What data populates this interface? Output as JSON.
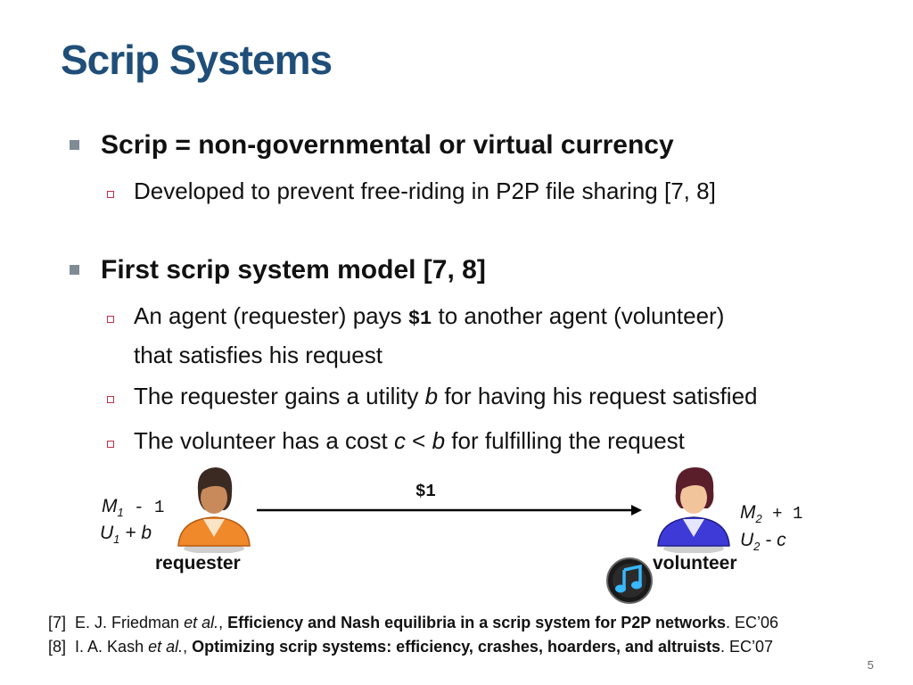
{
  "slide": {
    "title": "Scrip Systems",
    "page_number": "5"
  },
  "bullets": {
    "b1": "Scrip = non-governmental or virtual currency",
    "b1_sub1": "Developed to prevent free-riding in P2P file sharing [7, 8]",
    "b2": "First scrip system model [7, 8]",
    "b2_sub1_pre": "An agent (requester) pays ",
    "b2_sub1_money": "$1",
    "b2_sub1_post": " to another agent (volunteer)",
    "b2_sub1_line2": "that satisfies his request",
    "b2_sub2_pre": "The requester gains a utility ",
    "b2_sub2_var": "b",
    "b2_sub2_post": " for having his request satisfied",
    "b2_sub3_pre": "The volunteer has a cost ",
    "b2_sub3_var1": "c",
    "b2_sub3_mid": " < ",
    "b2_sub3_var2": "b",
    "b2_sub3_post": " for fulfilling the request"
  },
  "diagram": {
    "transfer_label": "$1",
    "requester": {
      "label": "requester",
      "money_var": "M",
      "money_sub": "1",
      "money_delta": " - 1",
      "utility_var": "U",
      "utility_sub": "1",
      "utility_delta": " + b"
    },
    "volunteer": {
      "label": "volunteer",
      "money_var": "M",
      "money_sub": "2",
      "money_delta": " + 1",
      "utility_var": "U",
      "utility_sub": "2",
      "utility_delta": " - c"
    },
    "icons": {
      "requester": "person-orange-icon",
      "volunteer": "person-blue-icon",
      "media": "music-note-icon"
    }
  },
  "references": [
    {
      "tag": "[7]",
      "authors": "E. J. Friedman ",
      "etal": "et al.",
      "sep": ", ",
      "title": "Efficiency and Nash equilibria in a scrip system for P2P networks",
      "venue": ". EC’06"
    },
    {
      "tag": "[8]",
      "authors": "I. A. Kash ",
      "etal": "et al.",
      "sep": ", ",
      "title": "Optimizing scrip systems: efficiency, crashes, hoarders, and altruists",
      "venue": ". EC’07"
    }
  ],
  "colors": {
    "title": "#1f4e79",
    "bullet_l1": "#7f8c96",
    "bullet_l2": "#c0304b",
    "requester_shirt": "#f0892a",
    "volunteer_shirt": "#3d3ad8"
  }
}
